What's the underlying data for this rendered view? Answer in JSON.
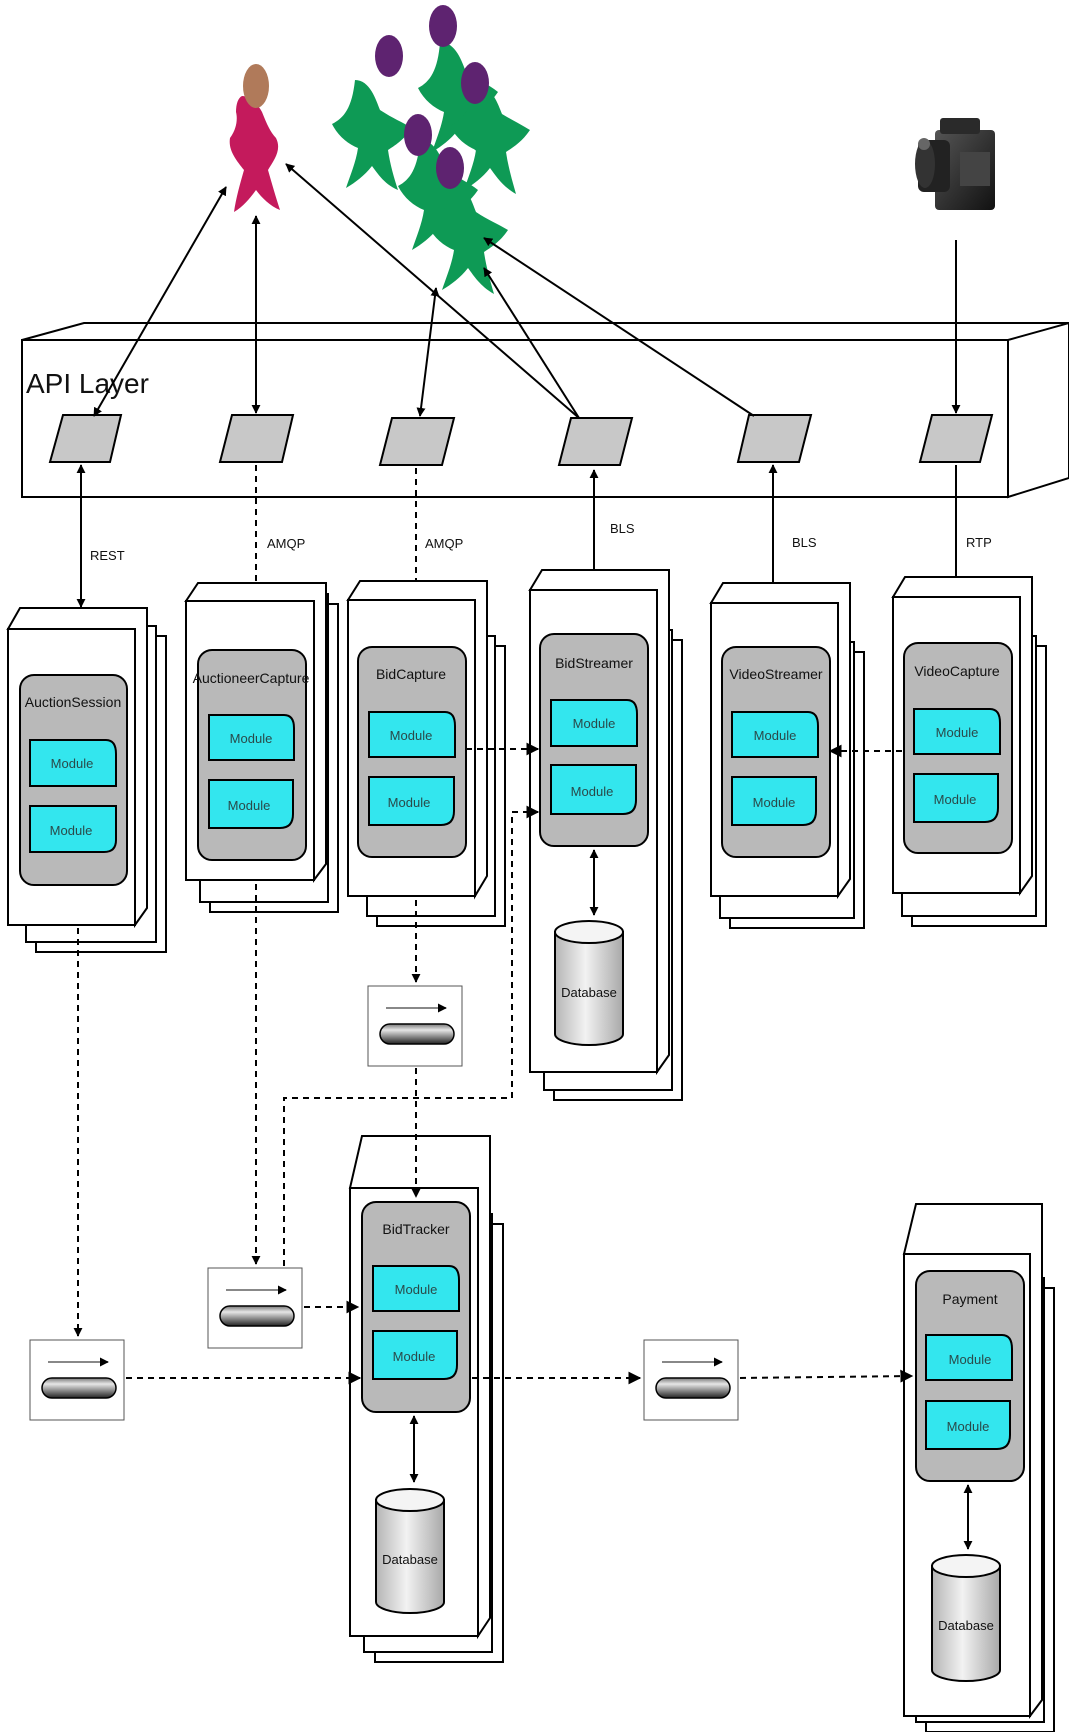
{
  "api_layer": {
    "title": "API Layer"
  },
  "protocols": {
    "rest": "REST",
    "amqp_1": "AMQP",
    "amqp_2": "AMQP",
    "bls_1": "BLS",
    "bls_2": "BLS",
    "rtp": "RTP"
  },
  "services": {
    "auction_session": {
      "title": "AuctionSession",
      "module_1": "Module",
      "module_2": "Module"
    },
    "auctioneer_capture": {
      "title": "AuctioneerCapture",
      "module_1": "Module",
      "module_2": "Module"
    },
    "bid_capture": {
      "title": "BidCapture",
      "module_1": "Module",
      "module_2": "Module"
    },
    "bid_streamer": {
      "title": "BidStreamer",
      "module_1": "Module",
      "module_2": "Module",
      "database": "Database"
    },
    "video_streamer": {
      "title": "VideoStreamer",
      "module_1": "Module",
      "module_2": "Module"
    },
    "video_capture": {
      "title": "VideoCapture",
      "module_1": "Module",
      "module_2": "Module"
    },
    "bid_tracker": {
      "title": "BidTracker",
      "module_1": "Module",
      "module_2": "Module",
      "database": "Database"
    },
    "payment": {
      "title": "Payment",
      "module_1": "Module",
      "module_2": "Module",
      "database": "Database"
    }
  },
  "colors": {
    "module_fill": "#33e6ee",
    "service_fill": "#b9b9b9",
    "api_endpoint": "#c8c8c8",
    "auctioneer": "#c41a5c",
    "bidders": "#0e9a55",
    "bidder_heads": "#5e2370",
    "auctioneer_head": "#b07a5a"
  },
  "icons": [
    "auctioneer-icon",
    "bidders-group-icon",
    "video-camera-icon",
    "message-queue-icon",
    "database-icon"
  ]
}
